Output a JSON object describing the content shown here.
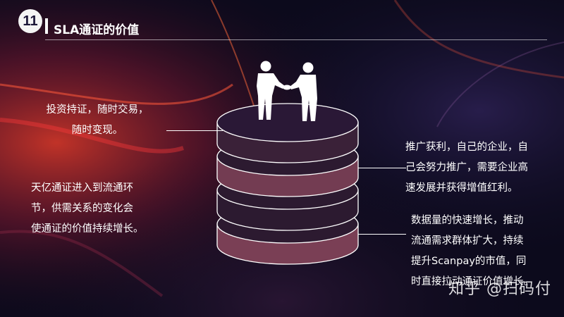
{
  "header": {
    "number": "11",
    "title": "SLA通证的价值"
  },
  "points": {
    "left_top": [
      "投资持证，随时交易，",
      "随时变现。"
    ],
    "left_bottom": [
      "天亿通证进入到流通环",
      "节，供需关系的变化会",
      "使通证的价值持续增长。"
    ],
    "right_top": [
      "推广获利，自己的企业，自",
      "己会努力推广，需要企业高",
      "速发展并获得增值红利。"
    ],
    "right_bottom": [
      "数据量的快速增长，推动",
      "流通需求群体扩大，持续",
      "提升Scanpay的市值，同",
      "时直接拉动通证价值增长。"
    ]
  },
  "watermark": "知乎 @扫码付",
  "colors": {
    "background": "#0c0a1c",
    "disc_top": "#2a1836",
    "disc_mid": "#733c52",
    "disc_dark": "#2c1a30",
    "accent_red": "#c42a2a"
  }
}
